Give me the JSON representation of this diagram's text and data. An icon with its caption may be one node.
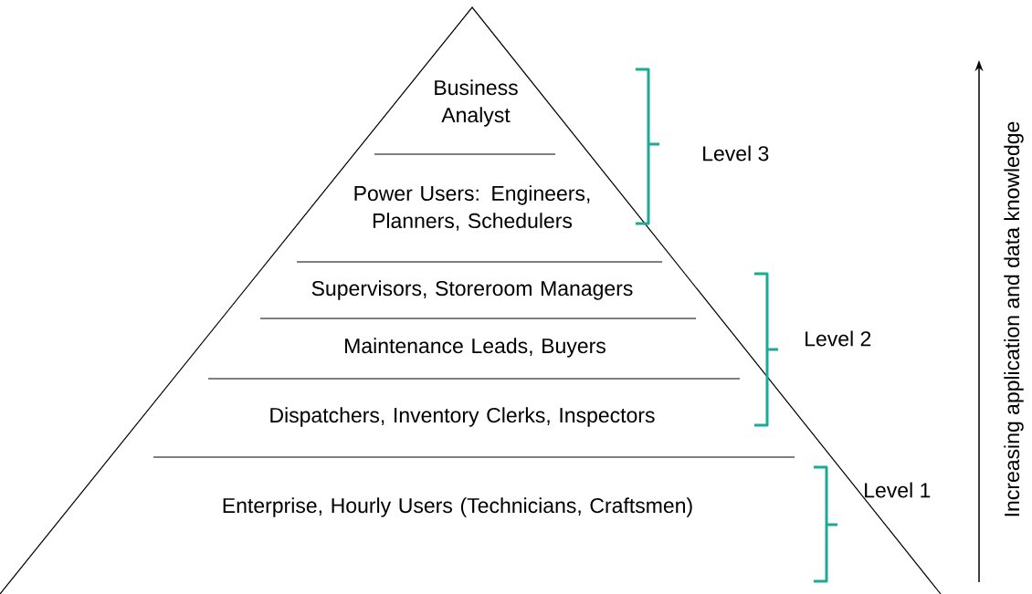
{
  "diagram": {
    "nodes": [
      {
        "text": [
          "Business Analyst"
        ]
      },
      {
        "text": [
          "Power Users: Engineers, Planners, Schedulers"
        ]
      },
      {
        "text": [
          "Supervisors, Storeroom Managers"
        ]
      },
      {
        "text": [
          "Maintenance Leads, Buyers"
        ]
      },
      {
        "text": [
          "Dispatchers, Inventory Clerks, Inspectors"
        ]
      },
      {
        "text": [
          "Enterprise, Hourly Users (Technicians, Craftsmen)"
        ]
      }
    ],
    "labels": [
      "Level 3",
      "Level 2",
      "Level 1",
      "Increasing application and data knowledge"
    ]
  }
}
